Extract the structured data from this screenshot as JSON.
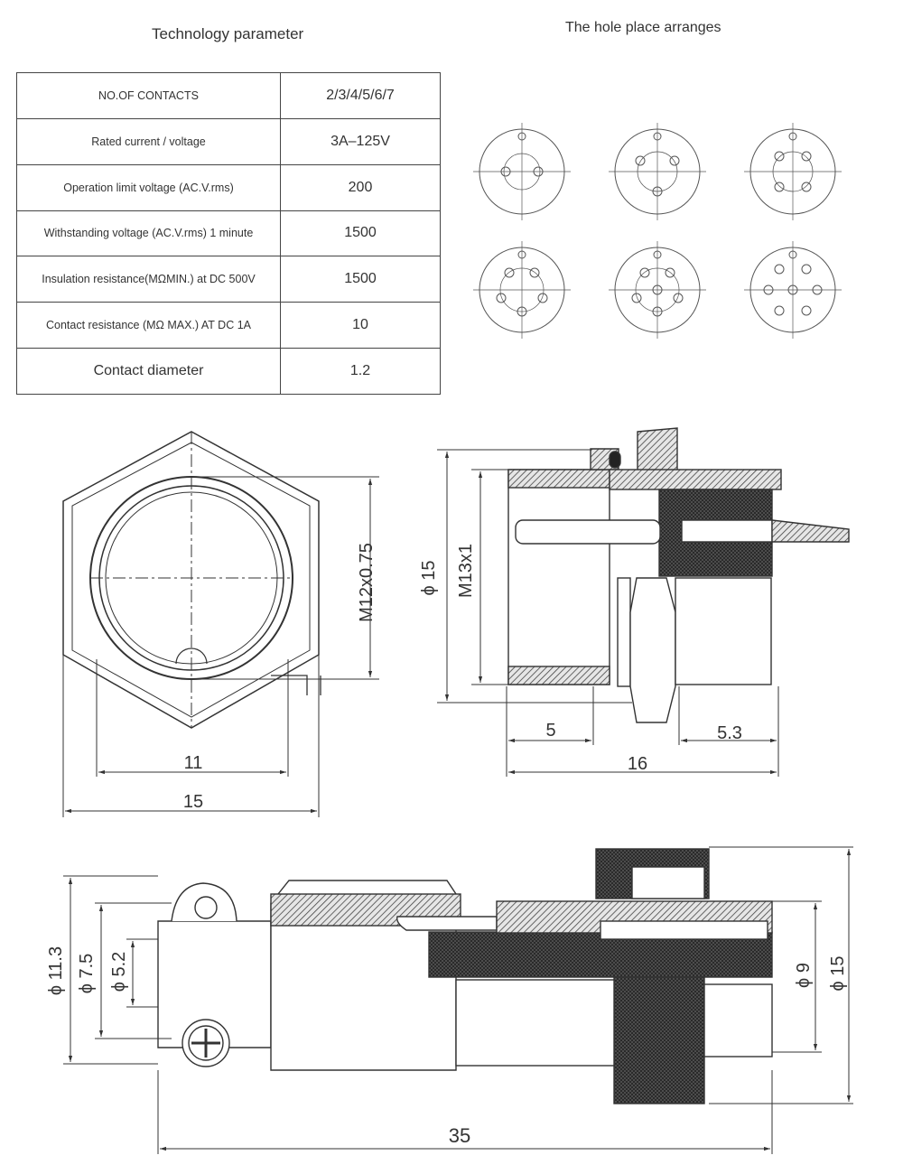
{
  "tech_title": "Technology parameter",
  "hole_title": "The hole place arranges",
  "params": [
    {
      "label": "NO.OF CONTACTS",
      "value": "2/3/4/5/6/7"
    },
    {
      "label": "Rated current / voltage",
      "value": "3A–125V"
    },
    {
      "label": "Operation limit voltage (AC.V.rms)",
      "value": "200"
    },
    {
      "label": "Withstanding voltage (AC.V.rms) 1 minute",
      "value": "1500"
    },
    {
      "label": "Insulation resistance(MΩMIN.) at DC 500V",
      "value": "1500"
    },
    {
      "label": "Contact resistance (MΩ MAX.) AT DC 1A",
      "value": "10"
    },
    {
      "label": "Contact diameter",
      "value": "1.2"
    }
  ],
  "dims": {
    "front_inner": "11",
    "front_outer": "15",
    "front_thread": "M12x0.75",
    "side_dia": "ϕ 15",
    "side_thread": "M13x1",
    "side_a": "5",
    "side_b": "5.3",
    "side_total": "16",
    "bottom_d1": "ϕ 11.3",
    "bottom_d2": "ϕ 7.5",
    "bottom_d3": "ϕ 5.2",
    "bottom_d4": "ϕ 9",
    "bottom_d5": "ϕ 15",
    "bottom_len": "35"
  }
}
